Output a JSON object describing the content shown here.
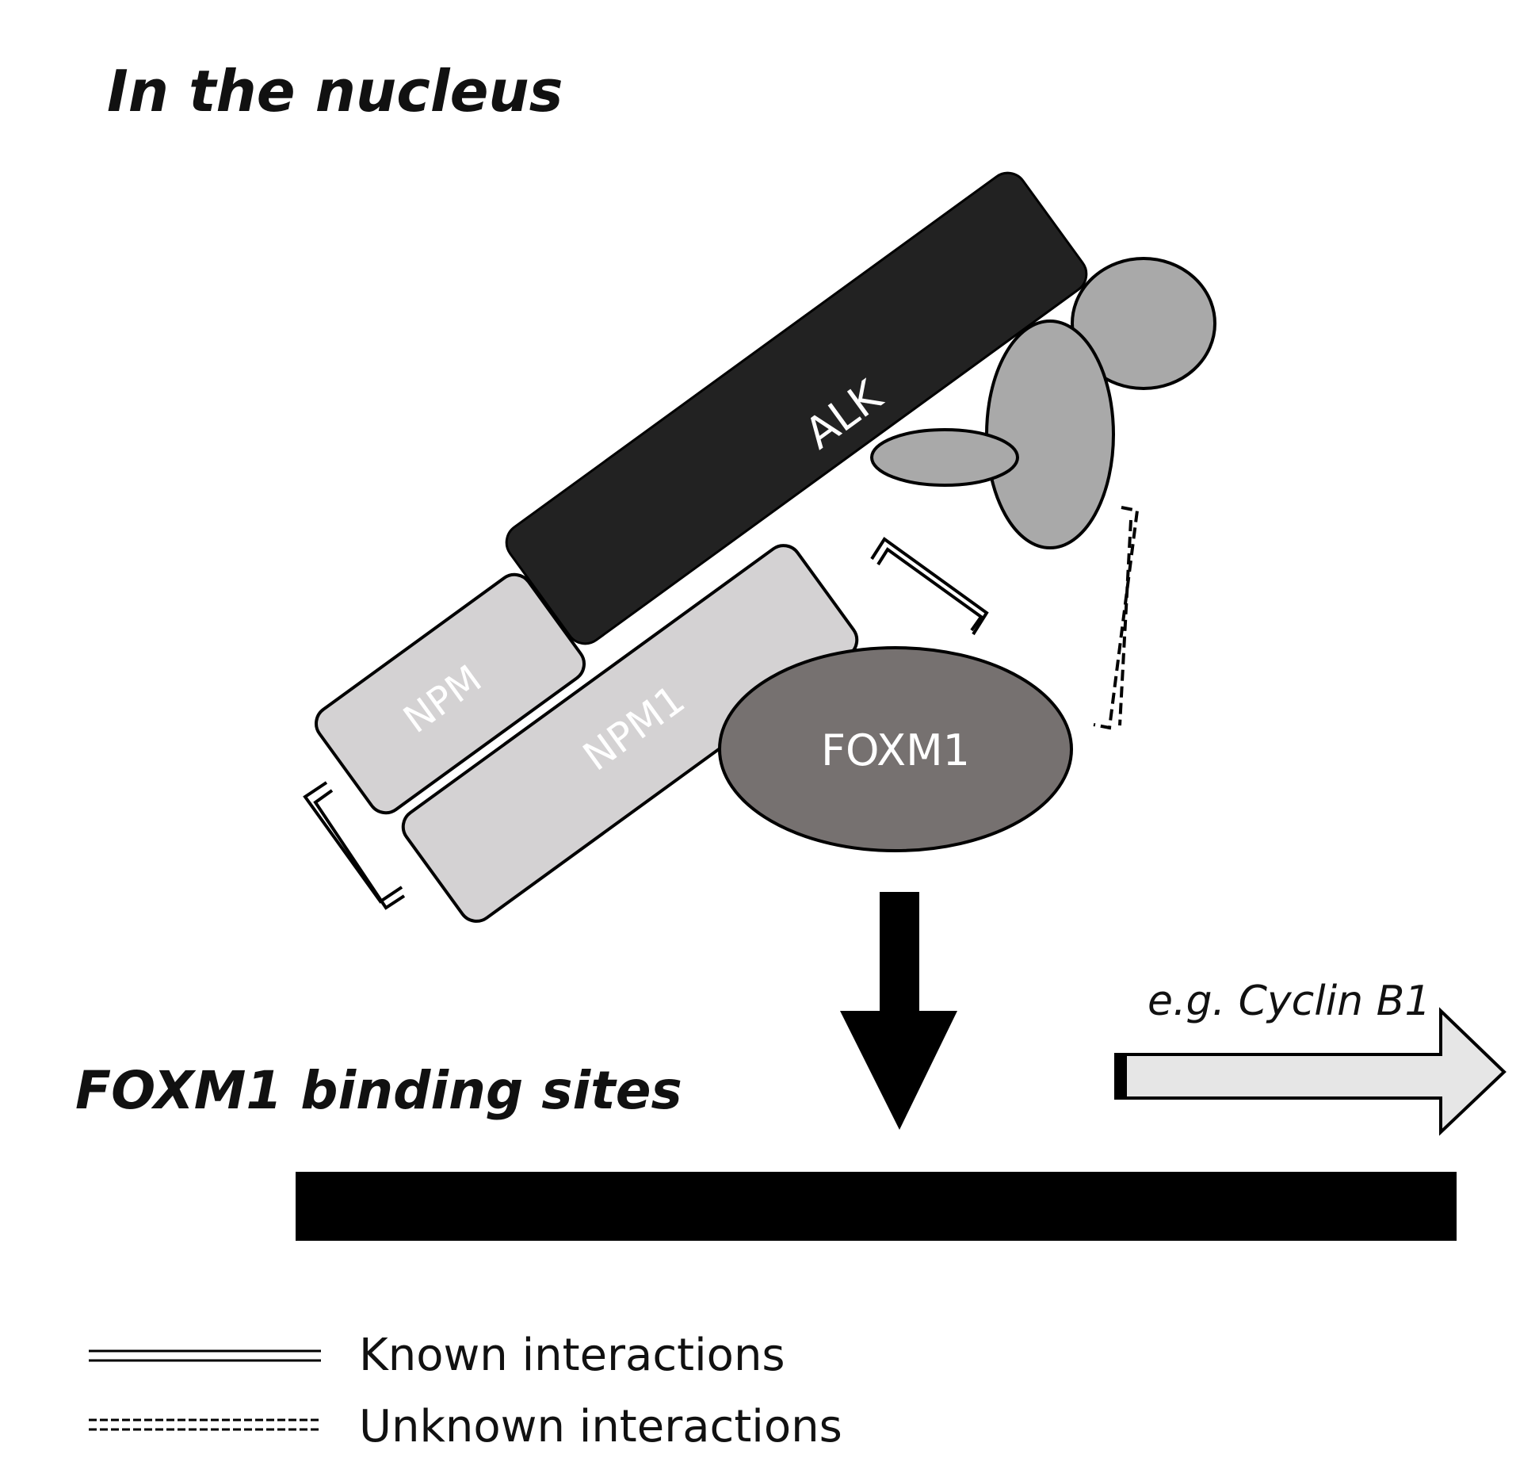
{
  "title": "In the nucleus",
  "proteins": {
    "alk": "ALK",
    "npm": "NPM",
    "npm1": "NPM1",
    "foxm1": "FOXM1"
  },
  "binding_sites_label": "FOXM1 binding sites",
  "target_gene_label": "e.g. Cyclin B1",
  "legend": {
    "known": "Known interactions",
    "unknown": "Unknown interactions"
  },
  "colors": {
    "alk_fill": "#222222",
    "npm_fill": "#d4d2d3",
    "foxm1_fill": "#767170",
    "domain_fill": "#a9a9a9",
    "arrow_fill": "#e6e6e6",
    "dna_bar": "#000000"
  }
}
